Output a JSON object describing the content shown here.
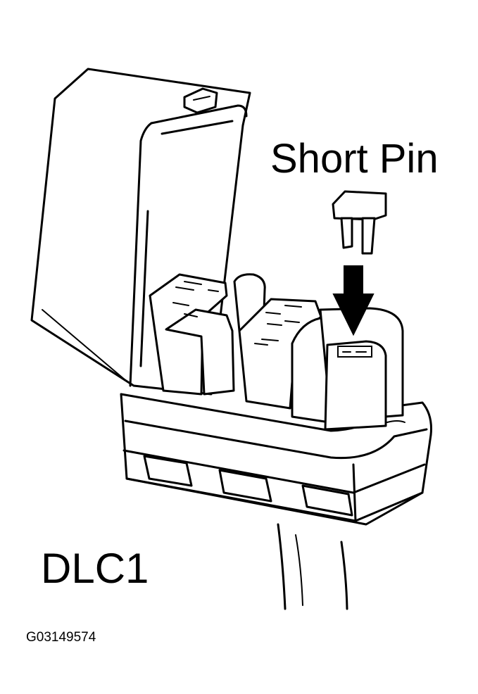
{
  "labels": {
    "short_pin": "Short Pin",
    "connector": "DLC1",
    "figure_id": "G03149574"
  },
  "colors": {
    "line": "#000000",
    "background": "#ffffff"
  }
}
